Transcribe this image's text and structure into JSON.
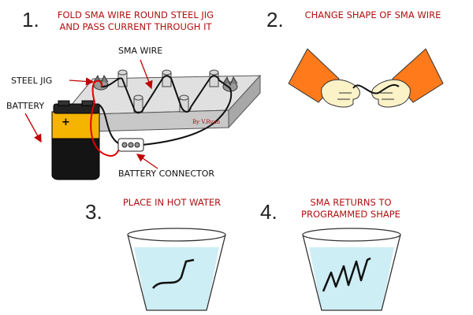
{
  "steps": [
    {
      "number": "1.",
      "caption_lines": [
        "FOLD SMA WIRE ROUND STEEL JIG",
        "AND PASS CURRENT THROUGH IT"
      ]
    },
    {
      "number": "2.",
      "caption_lines": [
        "CHANGE SHAPE OF SMA WIRE"
      ]
    },
    {
      "number": "3.",
      "caption_lines": [
        "PLACE IN HOT WATER"
      ]
    },
    {
      "number": "4.",
      "caption_lines": [
        "SMA RETURNS TO",
        "PROGRAMMED SHAPE"
      ]
    }
  ],
  "labels": {
    "sma_wire": "SMA WIRE",
    "steel_jig": "STEEL JIG",
    "battery": "BATTERY",
    "battery_connector": "BATTERY CONNECTOR",
    "credit": "By V.Ryan",
    "battery_plus": "+"
  },
  "colors": {
    "caption_red": "#b01010",
    "glove_orange": "#ff7a1a",
    "hand_cream": "#fbf2c8",
    "water": "#cdeef4",
    "wire_red": "#e00000",
    "battery_orange": "#f5b400"
  }
}
